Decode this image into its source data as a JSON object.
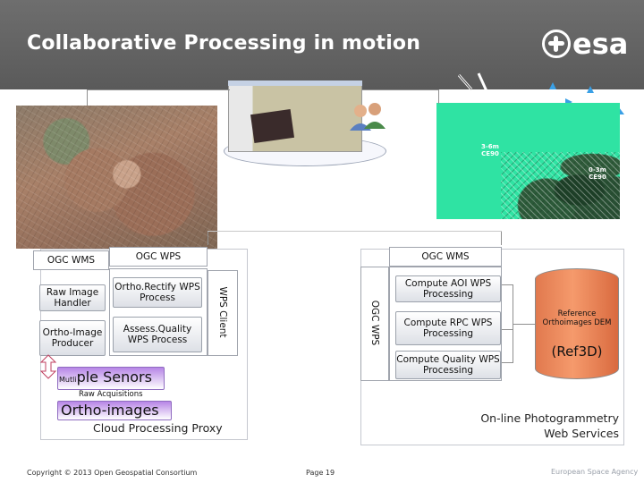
{
  "header": {
    "title": "Collaborative Processing in motion",
    "logo_text": "esa"
  },
  "image_labels": {
    "res_1": "3-6m",
    "acc_1": "CE90",
    "res_2": "0-3m",
    "acc_2": "CE90"
  },
  "left_panel": {
    "ogc_wms": "OGC WMS",
    "ogc_wps": "OGC WPS",
    "wps_client": "WPS Client",
    "raw_image_handler": "Raw Image Handler",
    "ortho_image_producer": "Ortho-Image Producer",
    "orthorectify": "Ortho.Rectify WPS Process",
    "assess_quality": "Assess.Quality WPS Process",
    "sensors_small": "Mutli",
    "sensors_big": "ple Senors",
    "raw_acquisitions": "Raw Acquisitions",
    "ortho_images": "Ortho-images",
    "caption": "Cloud Processing Proxy"
  },
  "right_panel": {
    "ogc_wms": "OGC WMS",
    "ogc_wps": "OGC WPS",
    "compute_aoi": "Compute AOI WPS Processing",
    "compute_rpc": "Compute RPC WPS Processing",
    "compute_quality": "Compute Quality WPS Processing",
    "db_label": "Reference Orthoimages DEM",
    "db_ref": "(Ref3D)",
    "caption_line1": "On-line Photogrammetry",
    "caption_line2": "Web Services"
  },
  "footer": {
    "copyright": "Copyright © 2013 Open Geospatial Consortium",
    "page": "Page 19",
    "agency": "European Space Agency"
  },
  "colors": {
    "header_bg": "#5e5e5e",
    "purple": "#b785e6",
    "database": "#e8845a",
    "green_image": "#2fe3a3"
  }
}
